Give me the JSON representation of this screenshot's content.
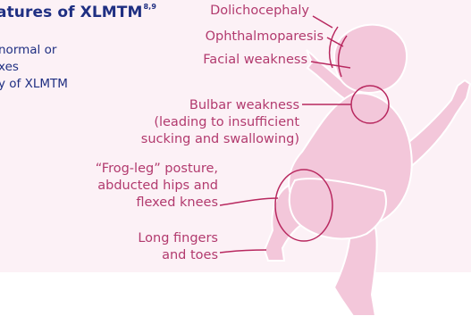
{
  "heading": {
    "text": "atures of XLMTM",
    "refs": "8,9"
  },
  "left_text": [
    "normal or",
    "xes",
    "y of XLMTM"
  ],
  "labels": {
    "dolichocephaly": "Dolichocephaly",
    "ophthalmoparesis": "Ophthalmoparesis",
    "facial_weakness": "Facial weakness",
    "bulbar": [
      "Bulbar weakness",
      "(leading to insufficient",
      "sucking and swallowing)"
    ],
    "frog_leg": [
      "“Frog-leg” posture,",
      "abducted hips and",
      "flexed knees"
    ],
    "fingers": [
      "Long fingers",
      "and toes"
    ]
  },
  "colors": {
    "panel": "#fcf1f6",
    "heading_text": "#1f2f82",
    "label_text": "#b23a6e",
    "leader_line": "#b8285f",
    "baby_fill": "#f3c7da",
    "baby_outline": "#ffffff"
  }
}
